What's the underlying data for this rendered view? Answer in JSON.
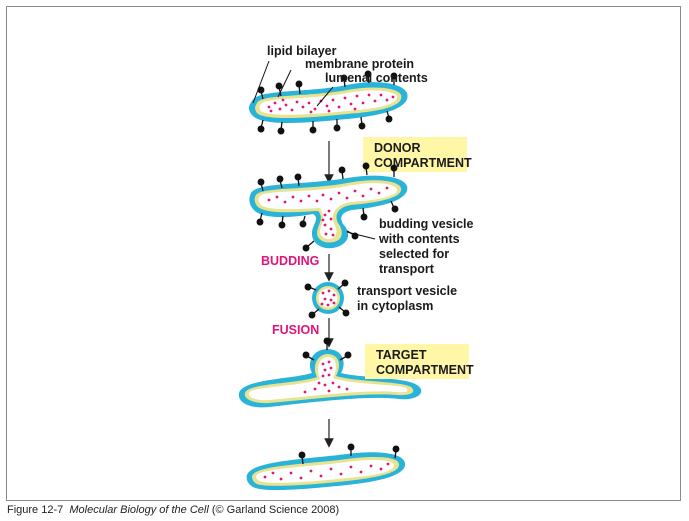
{
  "labels": {
    "lipid_bilayer": "lipid bilayer",
    "membrane_protein": "membrane protein",
    "lumenal_contents": "lumenal contents",
    "donor_1": "DONOR",
    "donor_2": "COMPARTMENT",
    "budding_1": "budding vesicle",
    "budding_2": "with contents",
    "budding_3": "selected for",
    "budding_4": "transport",
    "budding_step": "BUDDING",
    "transport_1": "transport vesicle",
    "transport_2": "in cytoplasm",
    "fusion_step": "FUSION",
    "target_1": "TARGET",
    "target_2": "COMPARTMENT"
  },
  "caption": {
    "figure": "Figure 12-7",
    "book": "Molecular Biology of the Cell",
    "credit": "(© Garland Science 2008)"
  },
  "colors": {
    "membrane_outer": "#2ab3d8",
    "membrane_inner": "#e7e391",
    "lumen": "#ffffff",
    "cargo": "#e0157a",
    "label_box": "#fff7a6",
    "step_text": "#e0157a"
  }
}
